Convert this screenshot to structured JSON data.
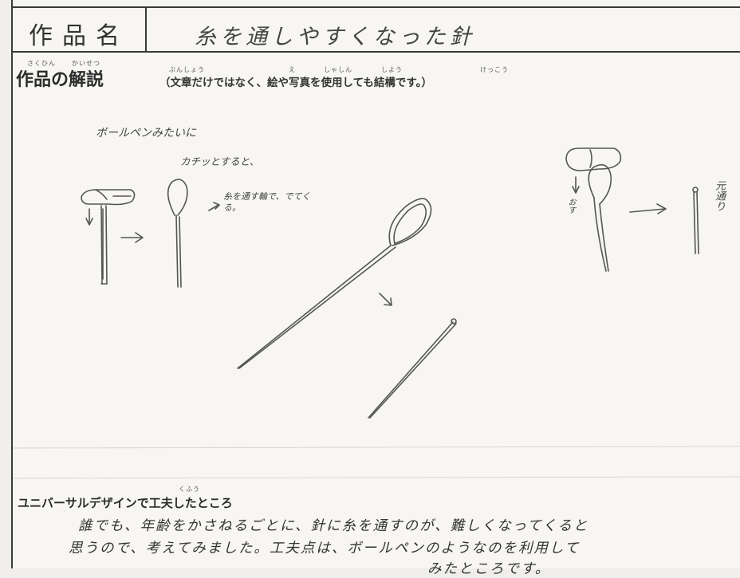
{
  "title_row": {
    "label": "作品名",
    "value": "糸を通しやすくなった針"
  },
  "description": {
    "heading": "作品の解説",
    "heading_furigana": [
      "さくひん",
      "かいせつ"
    ],
    "note": "（文章だけではなく、絵や写真を使用しても結構です。）",
    "note_furigana": [
      "ぶんしょう",
      "え",
      "しゃしん",
      "しよう",
      "けっこう"
    ]
  },
  "drawing_notes": {
    "ballpen_like": "ボールペンみたいに",
    "click_then": "カチッとすると、",
    "comes_out_ring": "糸を通す輪で、でてくる。",
    "push_label": "おす",
    "return_label": "元通り"
  },
  "universal_design": {
    "heading": "ユニバーサルデザインで工夫したところ",
    "heading_furigana": "くふう",
    "lines": [
      "誰でも、年齢をかさねるごとに、針に糸を通すのが、難しくなってくると",
      "思うので、考えてみました。工夫点は、ボールペンのようなのを利用して",
      "みたところです。"
    ]
  }
}
